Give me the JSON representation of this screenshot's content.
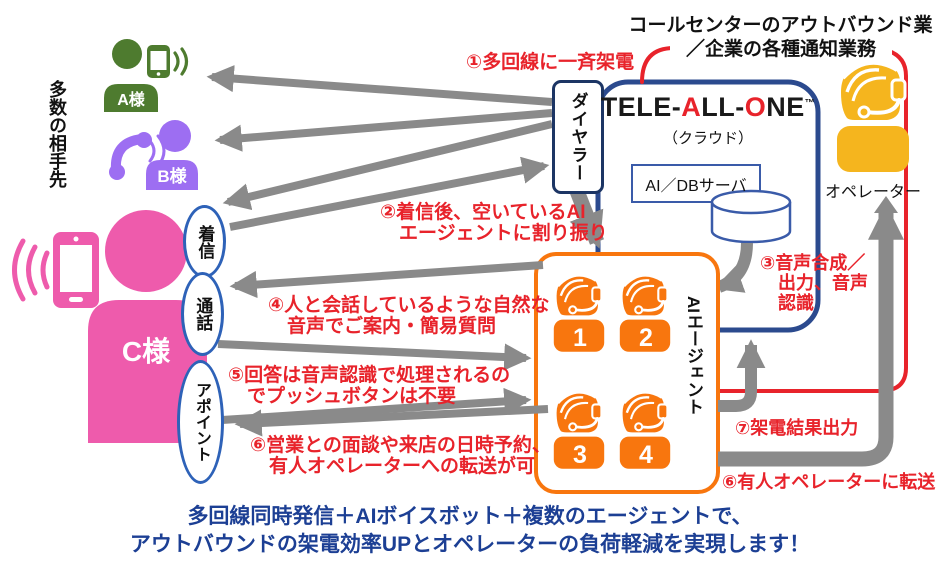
{
  "diagram": {
    "left": {
      "group_label": "多数の相手先",
      "customers": [
        {
          "name": "A様"
        },
        {
          "name": "B様"
        },
        {
          "name": "C様"
        }
      ],
      "call_states": [
        {
          "label": "着信"
        },
        {
          "label": "通話"
        },
        {
          "label": "アポイント"
        }
      ]
    },
    "dialer": {
      "label": "ダイヤラー"
    },
    "cloud": {
      "logo": {
        "t1": "TELE-",
        "a": "A",
        "t2": "LL-",
        "o": "O",
        "t3": "NE",
        "tm": "™"
      },
      "subtitle": "（クラウド）",
      "server_label": "AI／DBサーバ"
    },
    "header": {
      "line1": "コールセンターのアウトバウンド業務",
      "line2": "／企業の各種通知業務"
    },
    "operator": {
      "label": "オペレーター"
    },
    "agents": {
      "label": "AIエージェント",
      "items": [
        {
          "num": "1"
        },
        {
          "num": "2"
        },
        {
          "num": "3"
        },
        {
          "num": "4"
        }
      ]
    },
    "annotations": {
      "a1": "①多回線に一斉架電",
      "a2": "②着信後、空いているAI\n　エージェントに割り振り",
      "a3": "③音声合成／\n　出力、音声\n　認識",
      "a4": "④人と会話しているような自然な\n　音声でご案内・簡易質問",
      "a5": "⑤回答は音声認識で処理されるの\n　でプッシュボタンは不要",
      "a6": "⑥営業との面談や来店の日時予約、\n　有人オペレーターへの転送が可",
      "a7": "⑦架電結果出力",
      "a6b": "⑥有人オペレーターに転送"
    },
    "footer": "多回線同時発信＋AIボイスボット＋複数のエージェントで、\nアウトバウンドの架電効率UPとオペレーターの負荷軽減を実現します！",
    "colors": {
      "red": "#e8232b",
      "dialer_navy": "#1c3564",
      "cloud_blue": "#2b4a8e",
      "thin_blue": "#3a5ba9",
      "oval_blue": "#2e62b8",
      "orange": "#f8760e",
      "operator_yellow": "#f5b51e",
      "green_customer": "#4e7b2f",
      "purple_customer": "#9d6ef2",
      "pink_customer": "#ee5bac",
      "arrow_gray": "#8a8a8a",
      "footer_navy": "#1c3f94"
    }
  }
}
